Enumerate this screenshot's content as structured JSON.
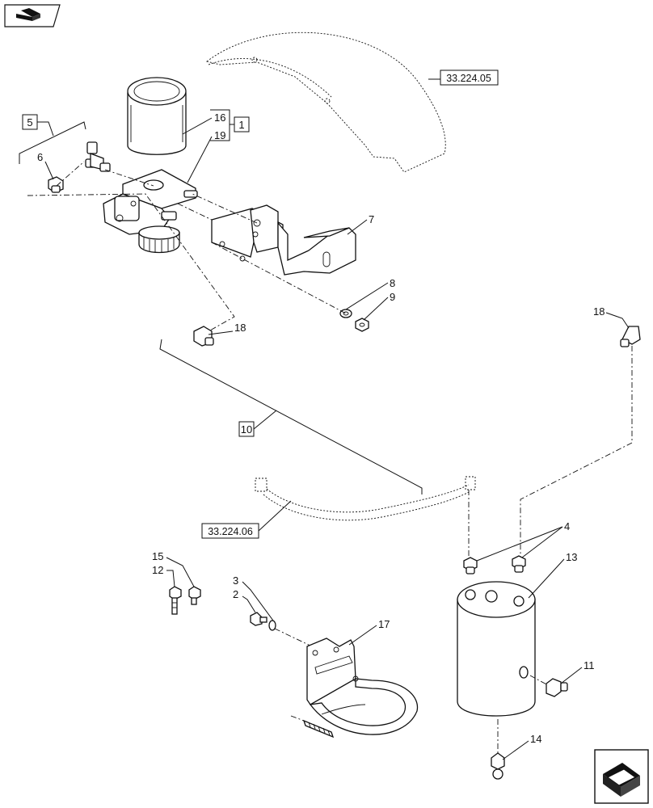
{
  "nav": {
    "back_icon": "book-back-icon",
    "next_icon": "page-forward-icon"
  },
  "references": {
    "upper": "33.224.05",
    "lower": "33.224.06"
  },
  "callouts": {
    "c1": "1",
    "c2": "2",
    "c3": "3",
    "c4": "4",
    "c5": "5",
    "c6": "6",
    "c7": "7",
    "c8": "8",
    "c9": "9",
    "c10": "10",
    "c11": "11",
    "c12": "12",
    "c13": "13",
    "c14": "14",
    "c15": "15",
    "c16": "16",
    "c17": "17",
    "c18a": "18",
    "c18b": "18",
    "c19": "19"
  }
}
